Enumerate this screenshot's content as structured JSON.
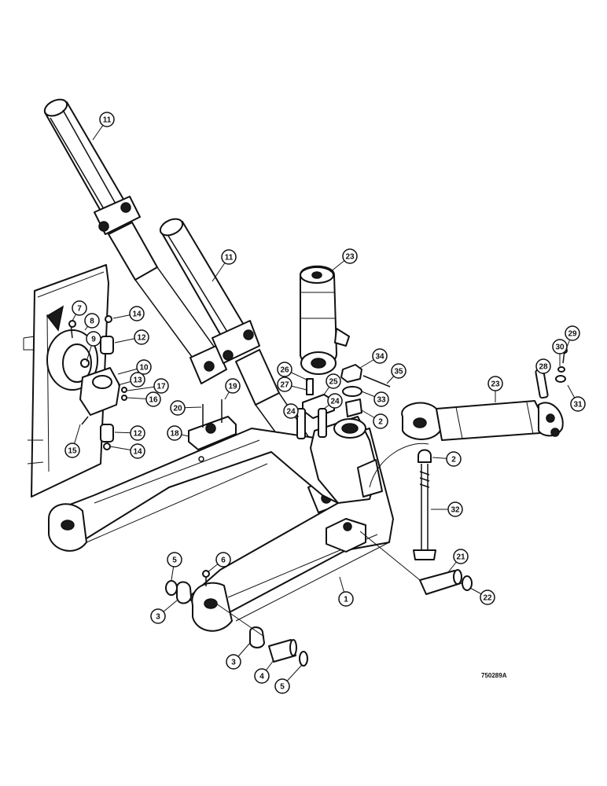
{
  "diagram": {
    "reference_number": "750289A",
    "callouts": [
      {
        "id": "c11a",
        "label": "11"
      },
      {
        "id": "c11b",
        "label": "11"
      },
      {
        "id": "c23a",
        "label": "23"
      },
      {
        "id": "c23b",
        "label": "23"
      },
      {
        "id": "c7",
        "label": "7"
      },
      {
        "id": "c8",
        "label": "8"
      },
      {
        "id": "c9",
        "label": "9"
      },
      {
        "id": "c14a",
        "label": "14"
      },
      {
        "id": "c12a",
        "label": "12"
      },
      {
        "id": "c10",
        "label": "10"
      },
      {
        "id": "c13",
        "label": "13"
      },
      {
        "id": "c17",
        "label": "17"
      },
      {
        "id": "c16",
        "label": "16"
      },
      {
        "id": "c15",
        "label": "15"
      },
      {
        "id": "c12b",
        "label": "12"
      },
      {
        "id": "c14b",
        "label": "14"
      },
      {
        "id": "c18",
        "label": "18"
      },
      {
        "id": "c19",
        "label": "19"
      },
      {
        "id": "c20",
        "label": "20"
      },
      {
        "id": "c26",
        "label": "26"
      },
      {
        "id": "c27",
        "label": "27"
      },
      {
        "id": "c25",
        "label": "25"
      },
      {
        "id": "c24a",
        "label": "24"
      },
      {
        "id": "c24b",
        "label": "24"
      },
      {
        "id": "c34",
        "label": "34"
      },
      {
        "id": "c35",
        "label": "35"
      },
      {
        "id": "c33",
        "label": "33"
      },
      {
        "id": "c2a",
        "label": "2"
      },
      {
        "id": "c2b",
        "label": "2"
      },
      {
        "id": "c32",
        "label": "32"
      },
      {
        "id": "c21",
        "label": "21"
      },
      {
        "id": "c22",
        "label": "22"
      },
      {
        "id": "c28",
        "label": "28"
      },
      {
        "id": "c30",
        "label": "30"
      },
      {
        "id": "c29",
        "label": "29"
      },
      {
        "id": "c31",
        "label": "31"
      },
      {
        "id": "c1",
        "label": "1"
      },
      {
        "id": "c5a",
        "label": "5"
      },
      {
        "id": "c6",
        "label": "6"
      },
      {
        "id": "c3a",
        "label": "3"
      },
      {
        "id": "c3b",
        "label": "3"
      },
      {
        "id": "c4",
        "label": "4"
      },
      {
        "id": "c5b",
        "label": "5"
      }
    ]
  }
}
